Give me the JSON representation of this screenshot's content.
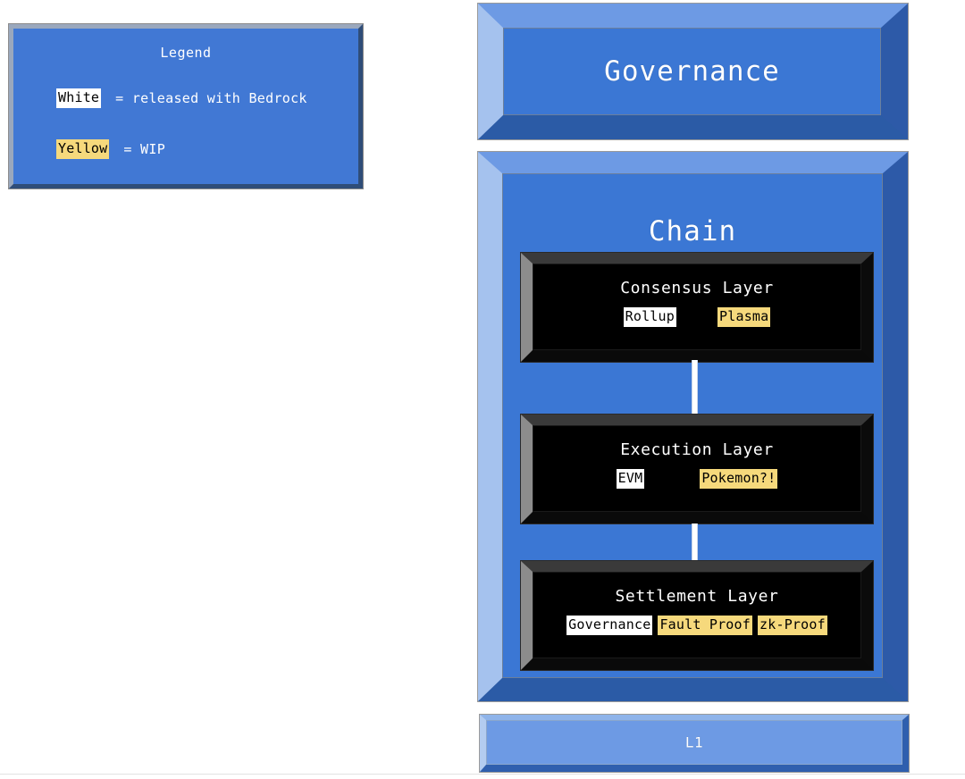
{
  "legend": {
    "title": "Legend",
    "rows": [
      {
        "swatch_label": "White",
        "swatch_style": "white",
        "description": "= released with Bedrock"
      },
      {
        "swatch_label": "Yellow",
        "swatch_style": "yellow",
        "description": "= WIP"
      }
    ]
  },
  "governance": {
    "title": "Governance"
  },
  "chain": {
    "title": "Chain",
    "layers": [
      {
        "title": "Consensus Layer",
        "tags": [
          {
            "label": "Rollup",
            "style": "white"
          },
          {
            "label": "Plasma",
            "style": "yellow"
          }
        ]
      },
      {
        "title": "Execution Layer",
        "tags": [
          {
            "label": "EVM",
            "style": "white"
          },
          {
            "label": "Pokemon?!",
            "style": "yellow"
          }
        ]
      },
      {
        "title": "Settlement Layer",
        "tags": [
          {
            "label": "Governance",
            "style": "white"
          },
          {
            "label": "Fault Proof",
            "style": "yellow"
          },
          {
            "label": "zk-Proof",
            "style": "yellow"
          }
        ]
      }
    ]
  },
  "l1": {
    "title": "L1"
  },
  "colors": {
    "blue_fill": "#3b77d4",
    "blue_bevel_light": "#a5c2ee",
    "blue_bevel_dark": "#2d5aa8",
    "l1_fill": "#6d9ae4",
    "layer_fill": "#000000",
    "tag_white": "#ffffff",
    "tag_yellow": "#f6d97c",
    "connector": "#ffffff"
  }
}
